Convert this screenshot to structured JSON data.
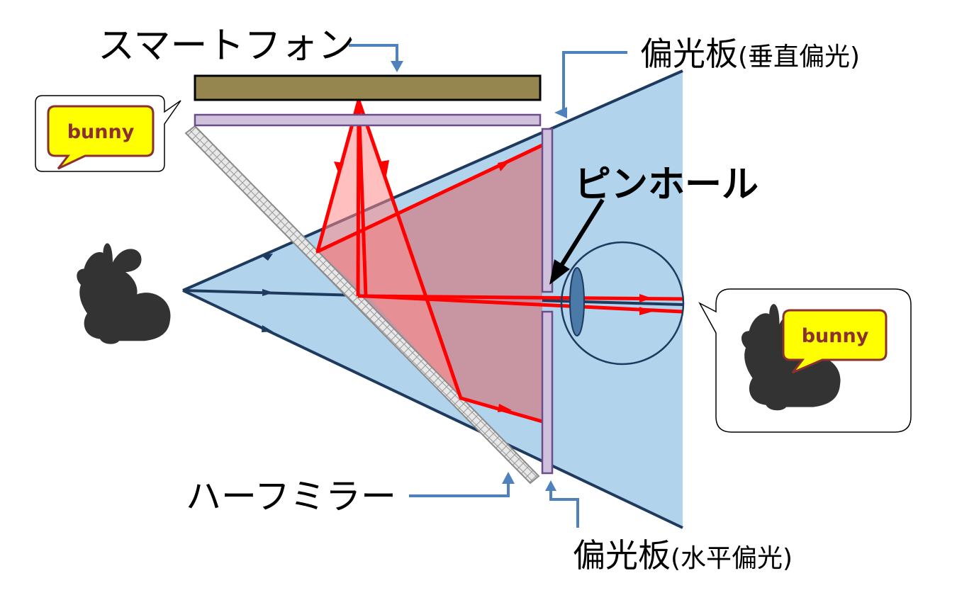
{
  "labels": {
    "smartphone": "スマートフォン",
    "polarizer_vertical_main": "偏光板",
    "polarizer_vertical_note": "(垂直偏光)",
    "pinhole": "ピンホール",
    "half_mirror": "ハーフミラー",
    "polarizer_horizontal_main": "偏光板",
    "polarizer_horizontal_note": "(水平偏光)"
  },
  "bubbles": {
    "left_text": "bunny",
    "right_text": "bunny"
  },
  "colors": {
    "view_cone": "#b2d3ec",
    "cone_edge": "#1f3a5f",
    "ray": "#ff0000",
    "overlay_region": "#c9919f",
    "smartphone": "#958650",
    "polarizer": "#cfc0dc",
    "polarizer_edge": "#6b4d8a",
    "leader": "#4f81bd",
    "bunny": "#333333",
    "label_fill": "#ffff00",
    "label_text": "#8b2f2f"
  },
  "icons": {
    "bunny": "bunny-silhouette-icon",
    "eye": "eye-icon"
  }
}
